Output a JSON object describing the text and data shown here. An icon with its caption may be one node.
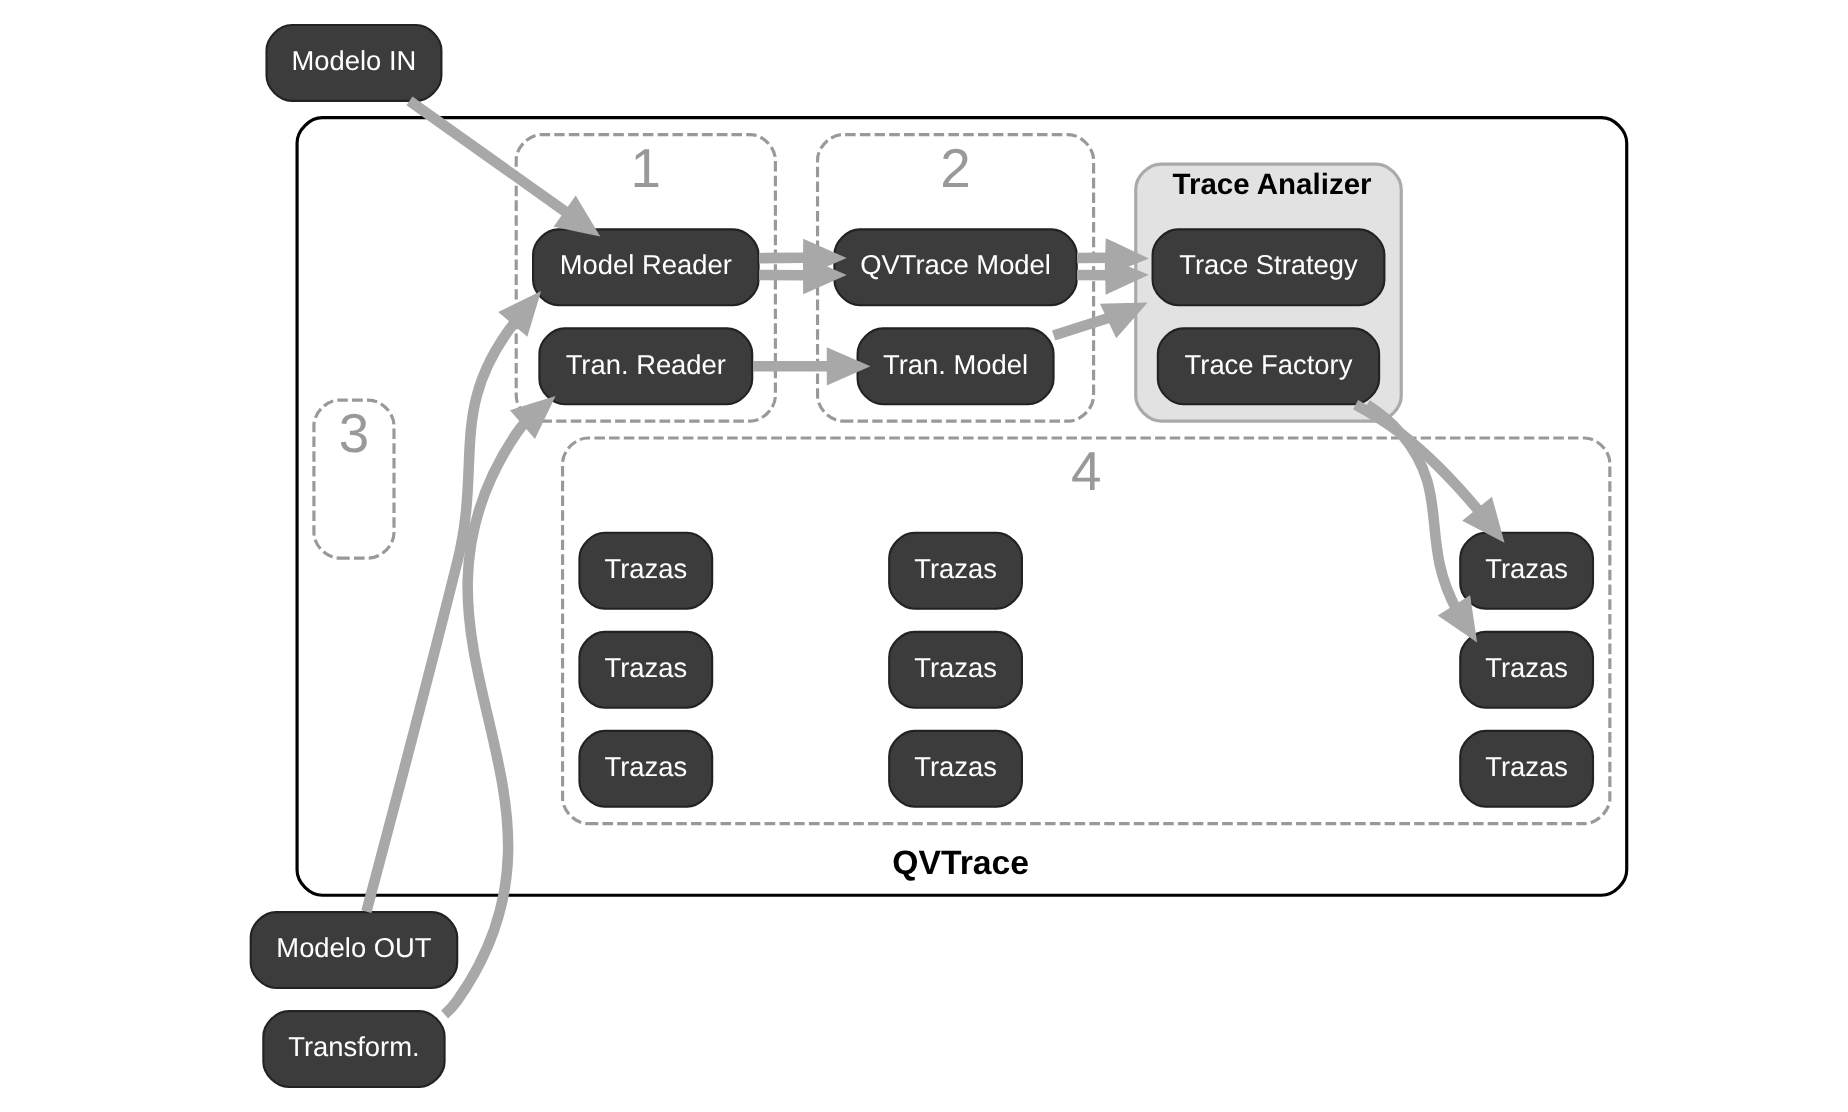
{
  "diagram": {
    "nodes": [
      {
        "text": [
          "Modelo IN"
        ]
      },
      {
        "text": [
          "Modelo OUT"
        ]
      },
      {
        "text": [
          "Transform."
        ]
      },
      {
        "text": [
          "QVTrace"
        ]
      },
      {
        "text": [
          "1"
        ],
        "in": 3
      },
      {
        "text": [
          "Model Reader"
        ],
        "in": 4
      },
      {
        "text": [
          "Tran. Reader"
        ],
        "in": 4
      },
      {
        "text": [
          "2"
        ],
        "in": 3
      },
      {
        "text": [
          "QVTrace Model"
        ],
        "in": 7
      },
      {
        "text": [
          "Tran. Model"
        ],
        "in": 7
      },
      {
        "text": [
          "3"
        ],
        "in": 3
      },
      {
        "text": [
          "Trace Analizer"
        ],
        "in": 3
      },
      {
        "text": [
          "Trace Strategy"
        ],
        "in": 11
      },
      {
        "text": [
          "Trace Factory"
        ],
        "in": 11
      },
      {
        "text": [
          "4"
        ],
        "in": 3
      },
      {
        "text": [
          "Trazas"
        ],
        "in": 14
      },
      {
        "text": [
          "Trazas"
        ],
        "in": 14
      },
      {
        "text": [
          "Trazas"
        ],
        "in": 14
      },
      {
        "text": [
          "Trazas"
        ],
        "in": 14
      },
      {
        "text": [
          "Trazas"
        ],
        "in": 14
      },
      {
        "text": [
          "Trazas"
        ],
        "in": 14
      },
      {
        "text": [
          "Trazas"
        ],
        "in": 14
      },
      {
        "text": [
          "Trazas"
        ],
        "in": 14
      },
      {
        "text": [
          "Trazas"
        ],
        "in": 14
      }
    ],
    "edges": [
      {
        "from": 0,
        "to": 5,
        "arrow": "to"
      },
      {
        "from": 1,
        "to": 5,
        "arrow": "to"
      },
      {
        "from": 2,
        "to": 6,
        "arrow": "to"
      },
      {
        "from": 5,
        "to": 8,
        "arrow": "to"
      },
      {
        "from": 5,
        "to": 8,
        "arrow": "to"
      },
      {
        "from": 6,
        "to": 9,
        "arrow": "to"
      },
      {
        "from": 8,
        "to": 11,
        "arrow": "to"
      },
      {
        "from": 8,
        "to": 11,
        "arrow": "to"
      },
      {
        "from": 9,
        "to": 11,
        "arrow": "to"
      },
      {
        "from": 13,
        "to": 17,
        "arrow": "to"
      },
      {
        "from": 13,
        "to": 23,
        "arrow": "to"
      }
    ]
  }
}
